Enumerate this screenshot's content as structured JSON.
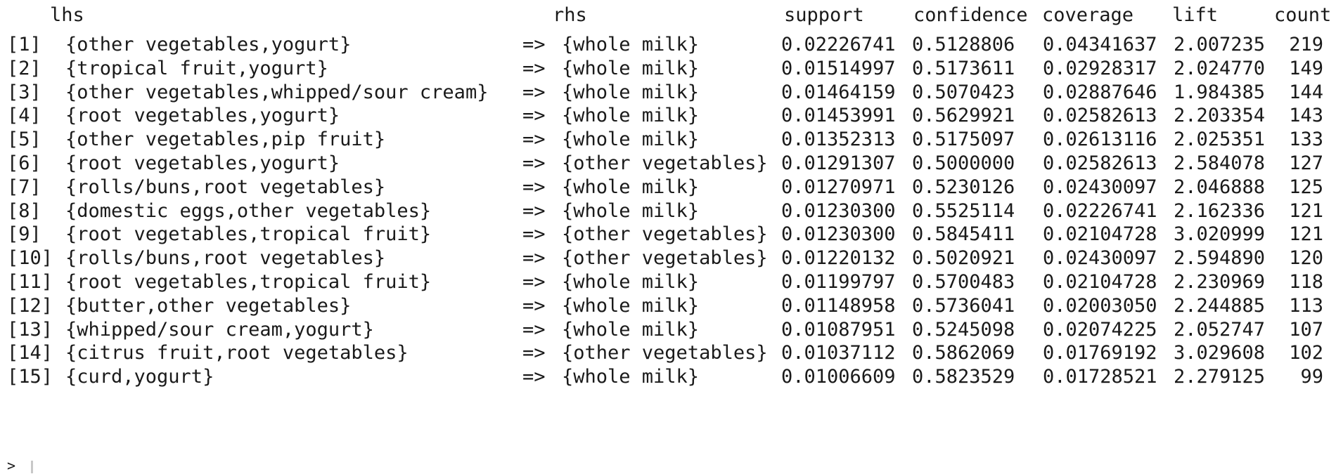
{
  "columns": {
    "lhs": "lhs",
    "rhs": "rhs",
    "support": "support",
    "confidence": "confidence",
    "coverage": "coverage",
    "lift": "lift",
    "count": "count"
  },
  "arrow": "=>",
  "prompt": ">",
  "rows": [
    {
      "idx": "[1]",
      "lhs": "{other vegetables,yogurt}",
      "rhs": "{whole milk}",
      "support": "0.02226741",
      "confidence": "0.5128806",
      "coverage": "0.04341637",
      "lift": "2.007235",
      "count": "219"
    },
    {
      "idx": "[2]",
      "lhs": "{tropical fruit,yogurt}",
      "rhs": "{whole milk}",
      "support": "0.01514997",
      "confidence": "0.5173611",
      "coverage": "0.02928317",
      "lift": "2.024770",
      "count": "149"
    },
    {
      "idx": "[3]",
      "lhs": "{other vegetables,whipped/sour cream}",
      "rhs": "{whole milk}",
      "support": "0.01464159",
      "confidence": "0.5070423",
      "coverage": "0.02887646",
      "lift": "1.984385",
      "count": "144"
    },
    {
      "idx": "[4]",
      "lhs": "{root vegetables,yogurt}",
      "rhs": "{whole milk}",
      "support": "0.01453991",
      "confidence": "0.5629921",
      "coverage": "0.02582613",
      "lift": "2.203354",
      "count": "143"
    },
    {
      "idx": "[5]",
      "lhs": "{other vegetables,pip fruit}",
      "rhs": "{whole milk}",
      "support": "0.01352313",
      "confidence": "0.5175097",
      "coverage": "0.02613116",
      "lift": "2.025351",
      "count": "133"
    },
    {
      "idx": "[6]",
      "lhs": "{root vegetables,yogurt}",
      "rhs": "{other vegetables}",
      "support": "0.01291307",
      "confidence": "0.5000000",
      "coverage": "0.02582613",
      "lift": "2.584078",
      "count": "127"
    },
    {
      "idx": "[7]",
      "lhs": "{rolls/buns,root vegetables}",
      "rhs": "{whole milk}",
      "support": "0.01270971",
      "confidence": "0.5230126",
      "coverage": "0.02430097",
      "lift": "2.046888",
      "count": "125"
    },
    {
      "idx": "[8]",
      "lhs": "{domestic eggs,other vegetables}",
      "rhs": "{whole milk}",
      "support": "0.01230300",
      "confidence": "0.5525114",
      "coverage": "0.02226741",
      "lift": "2.162336",
      "count": "121"
    },
    {
      "idx": "[9]",
      "lhs": "{root vegetables,tropical fruit}",
      "rhs": "{other vegetables}",
      "support": "0.01230300",
      "confidence": "0.5845411",
      "coverage": "0.02104728",
      "lift": "3.020999",
      "count": "121"
    },
    {
      "idx": "[10]",
      "lhs": "{rolls/buns,root vegetables}",
      "rhs": "{other vegetables}",
      "support": "0.01220132",
      "confidence": "0.5020921",
      "coverage": "0.02430097",
      "lift": "2.594890",
      "count": "120"
    },
    {
      "idx": "[11]",
      "lhs": "{root vegetables,tropical fruit}",
      "rhs": "{whole milk}",
      "support": "0.01199797",
      "confidence": "0.5700483",
      "coverage": "0.02104728",
      "lift": "2.230969",
      "count": "118"
    },
    {
      "idx": "[12]",
      "lhs": "{butter,other vegetables}",
      "rhs": "{whole milk}",
      "support": "0.01148958",
      "confidence": "0.5736041",
      "coverage": "0.02003050",
      "lift": "2.244885",
      "count": "113"
    },
    {
      "idx": "[13]",
      "lhs": "{whipped/sour cream,yogurt}",
      "rhs": "{whole milk}",
      "support": "0.01087951",
      "confidence": "0.5245098",
      "coverage": "0.02074225",
      "lift": "2.052747",
      "count": "107"
    },
    {
      "idx": "[14]",
      "lhs": "{citrus fruit,root vegetables}",
      "rhs": "{other vegetables}",
      "support": "0.01037112",
      "confidence": "0.5862069",
      "coverage": "0.01769192",
      "lift": "3.029608",
      "count": "102"
    },
    {
      "idx": "[15]",
      "lhs": "{curd,yogurt}",
      "rhs": "{whole milk}",
      "support": "0.01006609",
      "confidence": "0.5823529",
      "coverage": "0.01728521",
      "lift": "2.279125",
      "count": "99"
    }
  ]
}
